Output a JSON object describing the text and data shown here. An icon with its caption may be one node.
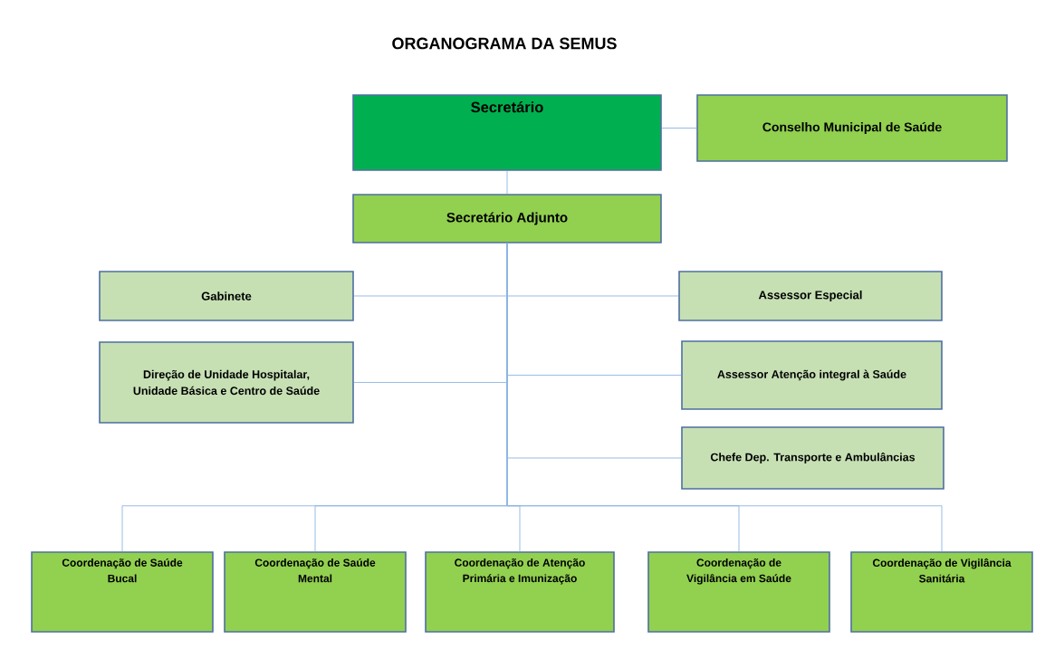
{
  "diagram": {
    "title": "ORGANOGRAMA DA SEMUS",
    "nodes": [
      {
        "text": [
          "Secretário"
        ]
      },
      {
        "text": [
          "Conselho Municipal de Saúde"
        ]
      },
      {
        "text": [
          "Secretário Adjunto"
        ]
      },
      {
        "text": [
          "Gabinete"
        ]
      },
      {
        "text": [
          "Assessor Especial"
        ]
      },
      {
        "text": [
          "Direção de Unidade Hospitalar, Unidade Básica e Centro de Saúde"
        ]
      },
      {
        "text": [
          "Assessor Atenção integral à Saúde"
        ]
      },
      {
        "text": [
          "Chefe Dep. Transporte e Ambulâncias"
        ]
      },
      {
        "text": [
          "Coordenação de Saúde Bucal"
        ]
      },
      {
        "text": [
          "Coordenação de Saúde Mental"
        ]
      },
      {
        "text": [
          "Coordenação de Atenção Primária e Imunização"
        ]
      },
      {
        "text": [
          "Coordenação de Vigilância em Saúde"
        ]
      },
      {
        "text": [
          "Coordenação de Vigilância Sanitária"
        ]
      }
    ],
    "edges": [
      {
        "from": 0,
        "to": 1,
        "arrow": "none"
      },
      {
        "from": 0,
        "to": 2,
        "arrow": "none"
      },
      {
        "from": 2,
        "to": 3,
        "arrow": "none"
      },
      {
        "from": 2,
        "to": 4,
        "arrow": "none"
      },
      {
        "from": 2,
        "to": 5,
        "arrow": "none"
      },
      {
        "from": 2,
        "to": 6,
        "arrow": "none"
      },
      {
        "from": 2,
        "to": 7,
        "arrow": "none"
      },
      {
        "from": 2,
        "to": 8,
        "arrow": "none"
      },
      {
        "from": 2,
        "to": 9,
        "arrow": "none"
      },
      {
        "from": 2,
        "to": 10,
        "arrow": "none"
      },
      {
        "from": 2,
        "to": 11,
        "arrow": "none"
      },
      {
        "from": 2,
        "to": 12,
        "arrow": "none"
      }
    ]
  }
}
